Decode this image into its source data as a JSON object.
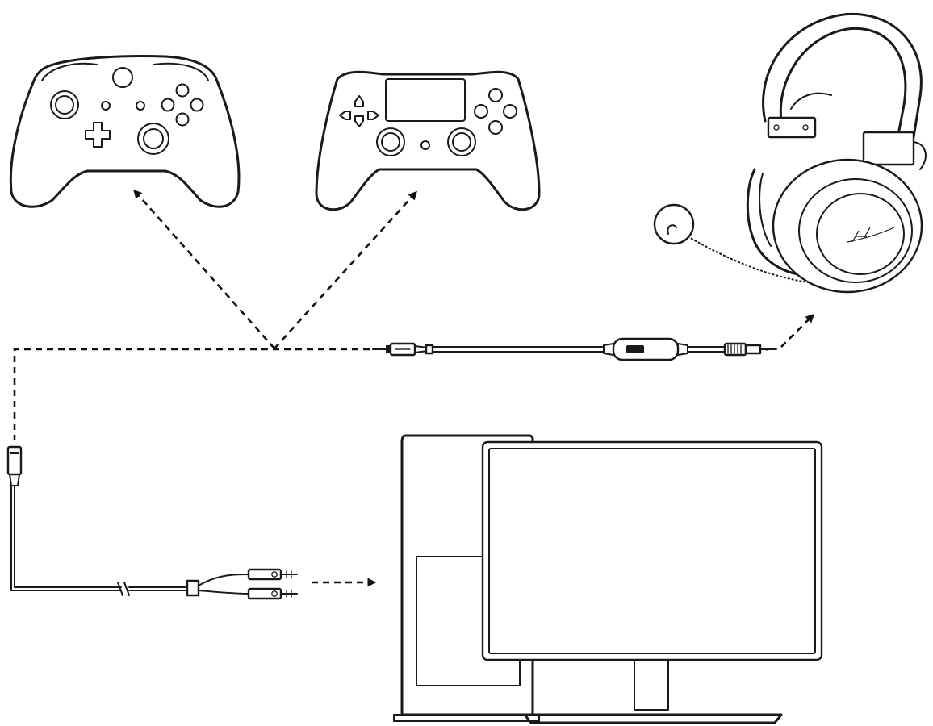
{
  "colors": {
    "line": "#1a1a1a",
    "background": "#ffffff"
  },
  "devices": [
    {
      "name": "xbox-controller"
    },
    {
      "name": "playstation-controller"
    },
    {
      "name": "gaming-headset"
    },
    {
      "name": "desktop-pc"
    },
    {
      "name": "monitor"
    }
  ],
  "cables": [
    {
      "name": "headset-inline-cable"
    },
    {
      "name": "pc-splitter-cable"
    }
  ],
  "connections": [
    {
      "from": "headset-inline-cable",
      "to": "xbox-controller"
    },
    {
      "from": "headset-inline-cable",
      "to": "playstation-controller"
    },
    {
      "from": "headset-inline-cable",
      "to": "gaming-headset"
    },
    {
      "from": "headset-inline-cable",
      "to": "pc-splitter-cable"
    },
    {
      "from": "pc-splitter-cable",
      "to": "desktop-pc"
    }
  ]
}
